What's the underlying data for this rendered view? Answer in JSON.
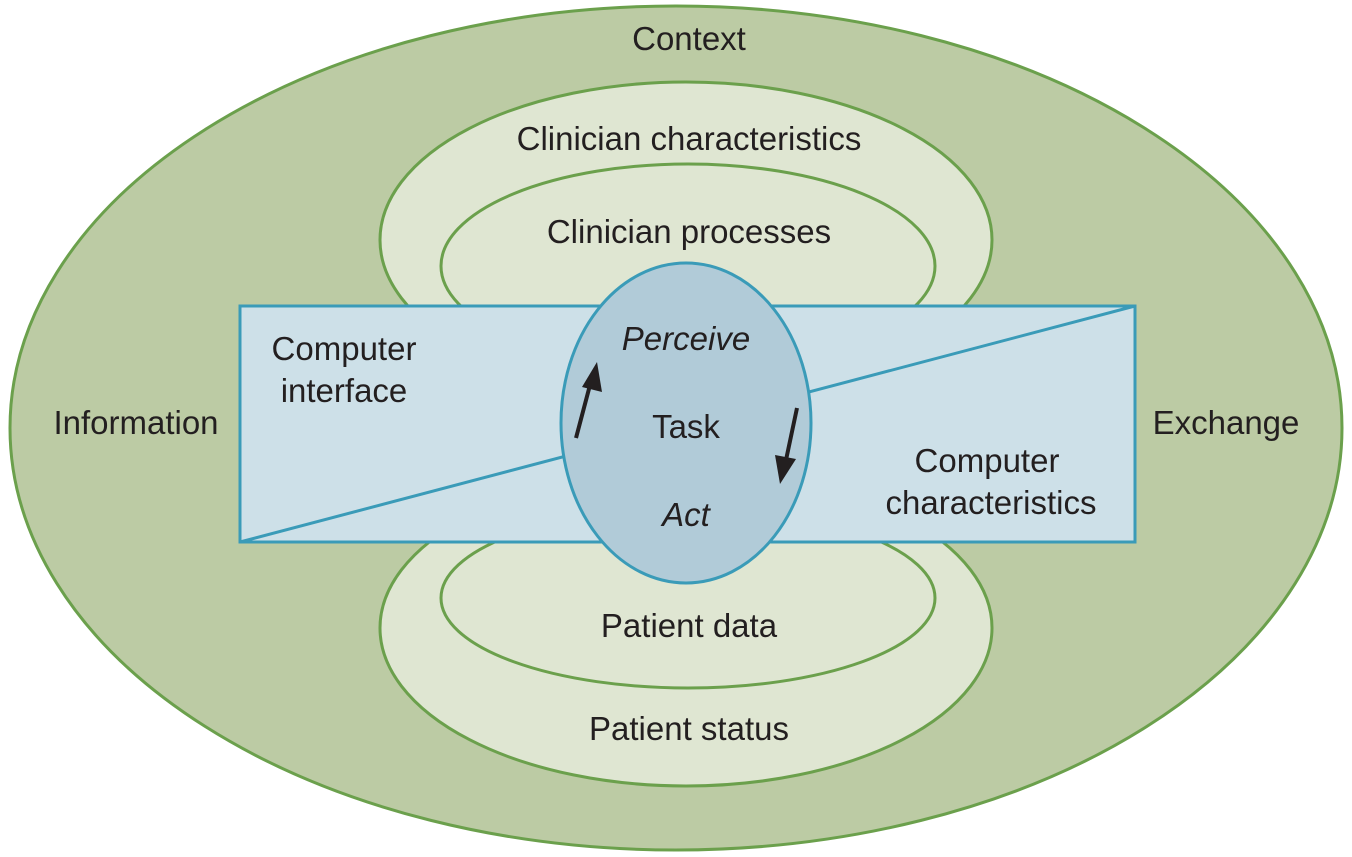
{
  "labels": {
    "context": "Context",
    "information": "Information",
    "exchange": "Exchange",
    "clinician_characteristics": "Clinician characteristics",
    "clinician_processes": "Clinician processes",
    "computer_interface": [
      "Computer",
      "interface"
    ],
    "computer_characteristics": [
      "Computer",
      "characteristics"
    ],
    "perceive": "Perceive",
    "task": "Task",
    "act": "Act",
    "patient_data": "Patient data",
    "patient_status": "Patient status"
  },
  "colors": {
    "outer_fill": "#bccba4",
    "green_stroke": "#6ba04c",
    "inner_fill": "#dfe6d2",
    "rect_fill": "#cde0e8",
    "blue_stroke": "#3a9bb8",
    "task_fill": "#b1cbd8",
    "text": "#231f20"
  }
}
